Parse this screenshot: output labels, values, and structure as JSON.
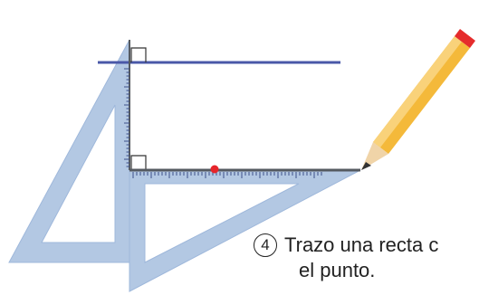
{
  "caption": {
    "step_number": "4",
    "line1": "Trazo una recta c",
    "line2": "el punto."
  },
  "colors": {
    "triangle_fill": "#b3c8e3",
    "triangle_edge": "#9fb8db",
    "reference_line": "#4a58a8",
    "ruler_edge": "#555a60",
    "tick_marks": "#3d4f8a",
    "point": "#e6252b",
    "pencil_body": "#f4b93a",
    "pencil_eraser": "#e52c2c"
  },
  "icons": [
    "right-angle-mark",
    "pencil-icon",
    "point-marker"
  ]
}
